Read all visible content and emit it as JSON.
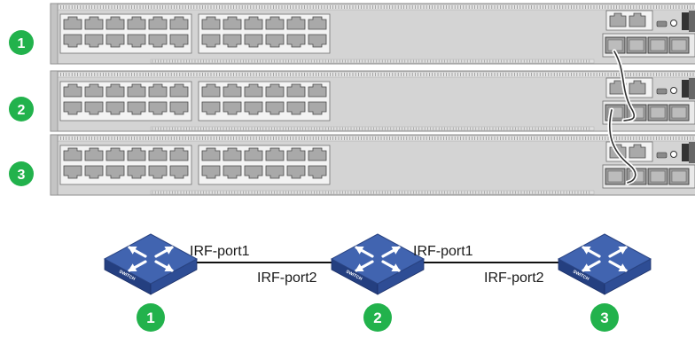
{
  "members": [
    {
      "id": "1",
      "badge": "1",
      "switch_label": "SWITCH"
    },
    {
      "id": "2",
      "badge": "2",
      "switch_label": "SWITCH"
    },
    {
      "id": "3",
      "badge": "3",
      "switch_label": "SWITCH"
    }
  ],
  "links": [
    {
      "from": "1",
      "to": "2",
      "from_port": "IRF-port1",
      "to_port": "IRF-port2"
    },
    {
      "from": "2",
      "to": "3",
      "from_port": "IRF-port1",
      "to_port": "IRF-port2"
    }
  ],
  "colors": {
    "badge": "#22b24c",
    "switch_top": "#3d5ea6",
    "switch_side": "#2a4483",
    "chassis": "#d6d6d6",
    "chassis_dark": "#9a9a9a"
  }
}
